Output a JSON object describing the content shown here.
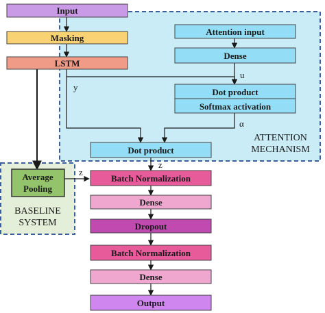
{
  "colors": {
    "input": "#c99ae6",
    "masking": "#f8d273",
    "lstm": "#f09a88",
    "attention_region": "#c9ecf7",
    "attention_box": "#93def6",
    "baseline_region": "#e3efd8",
    "avg_pool": "#93c36a",
    "batch_norm": "#e85b9b",
    "dense": "#f0a7cf",
    "dropout": "#c04ab0",
    "output": "#cf86ee",
    "dash_border": "#3a5f9a"
  },
  "nodes": {
    "input": "Input",
    "masking": "Masking",
    "lstm": "LSTM",
    "attention_input": "Attention input",
    "att_dense": "Dense",
    "dot_product_top": "Dot product",
    "softmax": "Softmax activation",
    "dot_product_bottom": "Dot product",
    "avg_pool_line1": "Average",
    "avg_pool_line2": "Pooling",
    "batch_norm_1": "Batch Normalization",
    "dense_1": "Dense",
    "dropout": "Dropout",
    "batch_norm_2": "Batch Normalization",
    "dense_2": "Dense",
    "output": "Output"
  },
  "edge_labels": {
    "y": "y",
    "u": "u",
    "alpha": "α",
    "z_att": "z",
    "z_base": "z"
  },
  "regions": {
    "attention_line1": "ATTENTION",
    "attention_line2": "MECHANISM",
    "baseline_line1": "BASELINE",
    "baseline_line2": "SYSTEM"
  }
}
